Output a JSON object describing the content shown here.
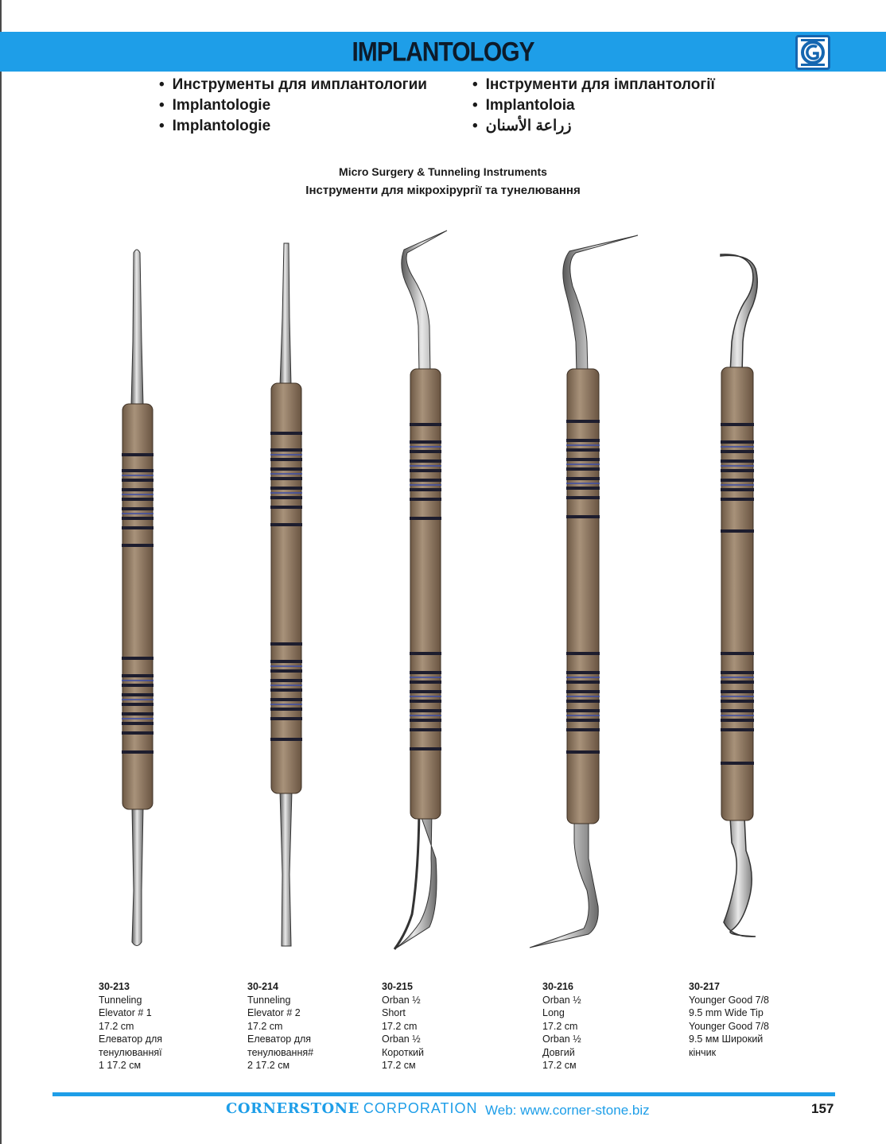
{
  "header": {
    "title": "IMPLANTOLOGY",
    "logo_icon": "cornerstone-logo-icon",
    "accent_color": "#1e9ee8"
  },
  "languages": {
    "left": [
      "Инструменты для имплантологии",
      "Implantologie",
      "Implantologie"
    ],
    "right": [
      "Інструменти для імплантології",
      "Implantoloia",
      "زراعة الأسنان"
    ]
  },
  "section": {
    "title_en": "Micro Surgery & Tunneling Instruments",
    "title_ua": "Інструменти для мікрохірургії та тунелювання"
  },
  "products": [
    {
      "code": "30-213",
      "lines": [
        "Tunneling",
        "Elevator # 1",
        "17.2 cm",
        "Елеватор для",
        "тенулюванняї",
        "1 17.2 см"
      ]
    },
    {
      "code": "30-214",
      "lines": [
        "Tunneling",
        "Elevator # 2",
        "17.2 cm",
        "Елеватор для",
        "тенулювання#",
        "2 17.2 см"
      ]
    },
    {
      "code": "30-215",
      "lines": [
        "Orban ½",
        "Short",
        "17.2 cm",
        "Orban ½",
        "Короткий",
        "17.2 см"
      ]
    },
    {
      "code": "30-216",
      "lines": [
        "Orban ½",
        "Long",
        "17.2 cm",
        "Orban ½",
        "Довгий",
        "17.2 см"
      ]
    },
    {
      "code": "30-217",
      "lines": [
        "Younger Good 7/8",
        "9.5 mm Wide Tip",
        "Younger Good 7/8",
        "9.5 мм Широкий",
        "кінчик"
      ]
    }
  ],
  "footer": {
    "brand_bold": "CORNERSTONE",
    "brand_light": "CORPORATION",
    "web": "Web: www.corner-stone.biz",
    "page_number": "157"
  }
}
